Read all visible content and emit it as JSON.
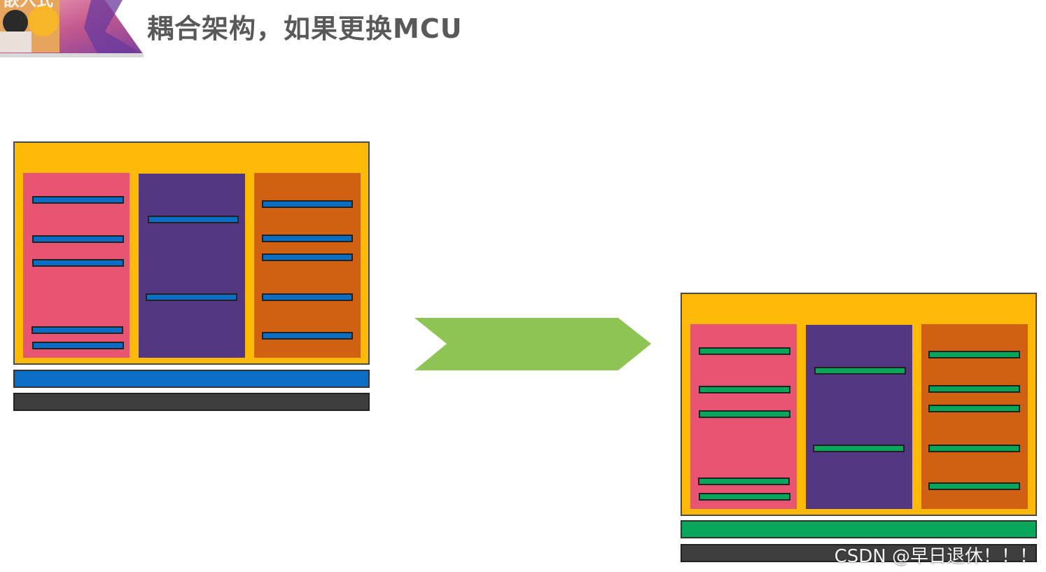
{
  "slide": {
    "title": "耦合架构，如果更换MCU",
    "logo_text": "嵌入式"
  },
  "watermark": "CSDN @早日退休！！！",
  "colors": {
    "app_frame": "#ffb907",
    "module_pink": "#e85573",
    "module_purple": "#543783",
    "module_orange": "#d06012",
    "interface_old": "#0a6fc4",
    "interface_new": "#08a65a",
    "mcu_layer": "#3e3e3e",
    "arrow": "#8ec453"
  },
  "diagram": {
    "left_label": "",
    "right_label": "",
    "arrow_icon": "chevron-arrow-icon"
  }
}
